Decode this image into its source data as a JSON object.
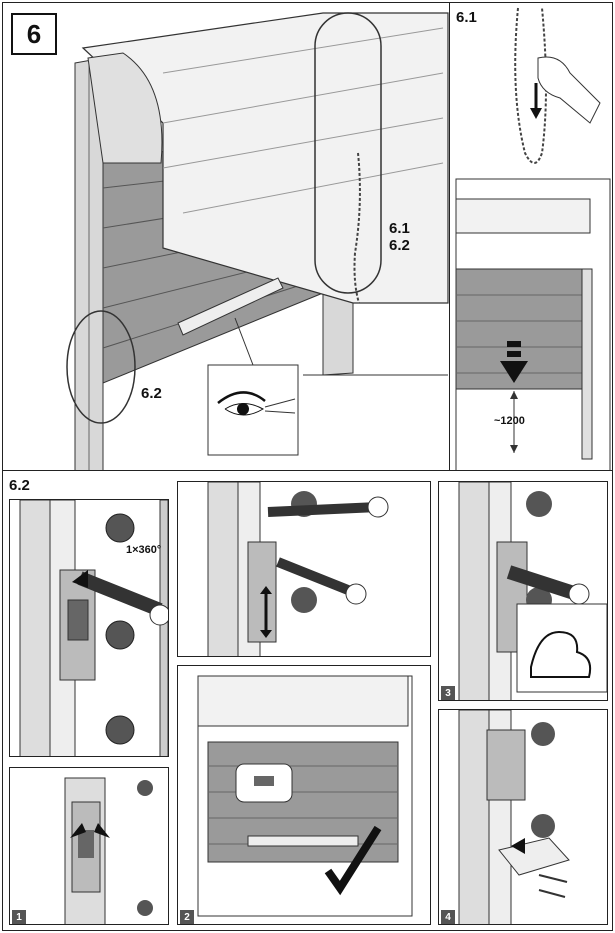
{
  "step": "6",
  "callouts": {
    "c61": "6.1",
    "c62": "6.2",
    "c62b": "6.2",
    "s61": "6.1",
    "s62": "6.2"
  },
  "measure": "~1200",
  "rotation": "1×360°",
  "sub_steps": [
    "1",
    "2",
    "3",
    "4"
  ]
}
